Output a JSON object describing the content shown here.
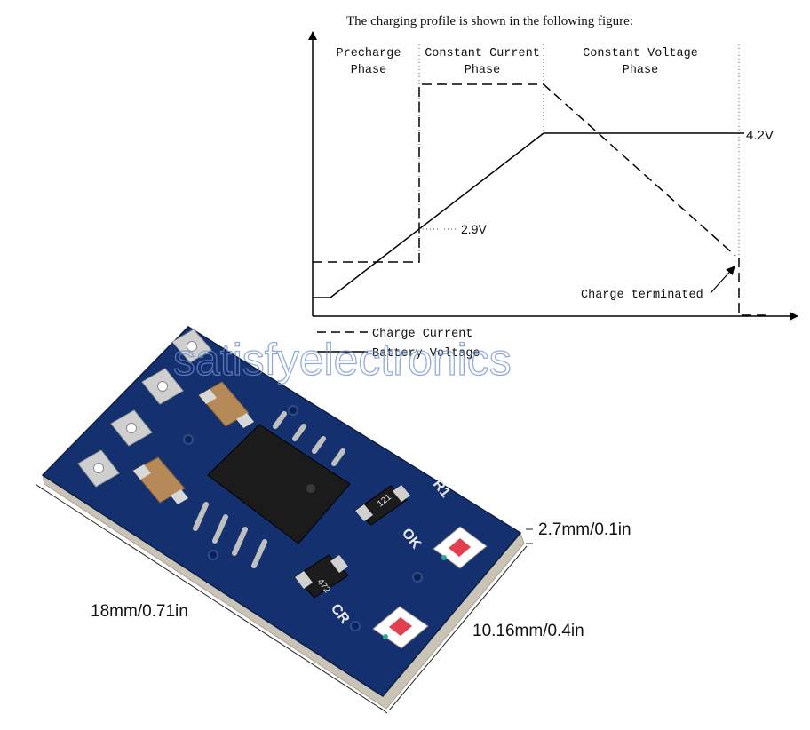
{
  "figure_caption": "The charging profile is shown in the following figure:",
  "phases": [
    {
      "line1": "Precharge",
      "line2": "Phase"
    },
    {
      "line1": "Constant Current",
      "line2": "Phase"
    },
    {
      "line1": "Constant Voltage",
      "line2": "Phase"
    }
  ],
  "voltage_labels": {
    "float": "4.2V",
    "precharge_threshold": "2.9V"
  },
  "termination_label": "Charge terminated",
  "legend": {
    "current": "Charge Current",
    "voltage": "Battery Voltage"
  },
  "watermark": "satisfyelectronics",
  "board_markings": {
    "resistor_1": "121",
    "resistor_2": "472",
    "silk_r1": "R1",
    "silk_ok": "OK",
    "silk_cr": "CR"
  },
  "dimensions": {
    "length": "18mm/0.71in",
    "width": "10.16mm/0.4in",
    "thickness": "2.7mm/0.1in"
  },
  "colors": {
    "pcb": "#14306e",
    "pcb_edge": "#c9c4b6",
    "pad": "#cfcfcf",
    "chip": "#1b1b1b",
    "capacitor": "#b68a58",
    "watermark": "#6f8fd0"
  }
}
